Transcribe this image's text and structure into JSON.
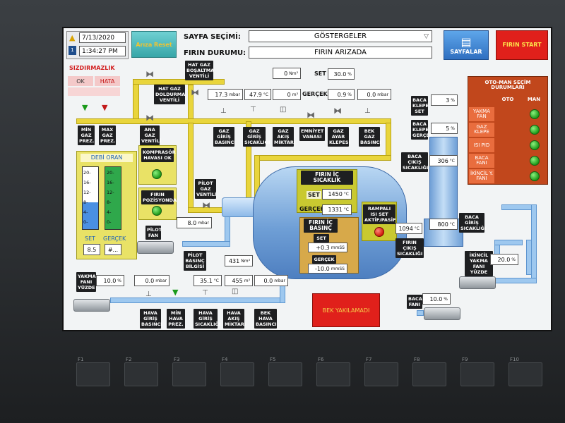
{
  "header": {
    "date": "7/13/2020",
    "time": "1:34:27 PM",
    "alarm_count": "1",
    "fault_reset_label": "Arıza Reset",
    "page_select_label": "SAYFA SEÇİMİ:",
    "page_select_value": "GÖSTERGELER",
    "furnace_state_label": "FIRIN DURUMU:",
    "furnace_state_value": "FIRIN ARIZADA",
    "pages_label": "SAYFALAR",
    "furnace_start_label": "FIRIN START"
  },
  "leak": {
    "title": "SIZDIRMAZLIK",
    "ok_label": "OK",
    "error_label": "HATA"
  },
  "top_labels": {
    "line_fill_valve": "HAT GAZ DOLDURMA VENTİLİ",
    "line_drain_valve": "HAT GAZ BOŞALTMA VENTİLİ",
    "min_gas_press": "MİN GAZ PREZ.",
    "max_gas_press": "MAX GAZ PREZ.",
    "main_gas_valve": "ANA GAZ VENTİLİ",
    "gas_inlet_pressure": "GAZ GİRİŞ BASINCI",
    "gas_inlet_temp": "GAZ GİRİŞ SICAKLIĞI",
    "gas_flow_amount": "GAZ AKIŞ MİKTARI",
    "safety_valve": "EMNİYET VANASI",
    "gas_adjust_flap": "GAZ AYAR KLEPESİ",
    "burner_gas_pressure": "BEK GAZ BASINCI"
  },
  "gas_values": {
    "pressure": "17.3",
    "pressure_unit": "mbar",
    "temp": "47.9",
    "temp_unit": "°C",
    "flow_top": "0",
    "flow_top_unit": "Nm³",
    "flow": "0",
    "flow_unit": "m³",
    "set_label": "SET",
    "set_value": "30.0",
    "set_unit": "%",
    "actual_label": "GERÇEK",
    "actual_value": "0.9",
    "actual_unit": "%",
    "burner_pressure": "0.0",
    "burner_pressure_unit": "mbar"
  },
  "ratio": {
    "title": "DEBİ ORAN",
    "scale": [
      "20-",
      "16-",
      "12-",
      "8-",
      "4-",
      "0-"
    ],
    "set_label": "SET",
    "actual_label": "GERÇEK",
    "set_value": "8.5",
    "actual_value": "#..."
  },
  "compressor": {
    "label": "KOMPRASÖR HAVASI OK",
    "position_label": "FIRIN POZİSYONDA"
  },
  "pilot": {
    "gas_valve": "PİLOT GAZ VENTİLİ",
    "pressure": "8.0",
    "pressure_unit": "mbar",
    "fan": "PİLOT FAN",
    "pressure_info": "PİLOT BASINÇ BİLGİSİ"
  },
  "furnace": {
    "temp_title": "FIRIN İÇ SICAKLIK",
    "set_label": "SET",
    "temp_set": "1450",
    "temp_unit": "°C",
    "actual_label": "GERÇEK",
    "temp_actual": "1331",
    "pressure_title": "FIRIN İÇ BASINÇ",
    "pressure_set_label": "SET",
    "pressure_set": "+0.3",
    "pressure_unit": "mmSS",
    "pressure_actual_label": "GERÇEK",
    "pressure_actual": "-10.0",
    "ramp_label": "RAMPALI ISI SET AKTİF/PASİF",
    "exit_temp": "1094",
    "exit_temp_unit": "°C",
    "exit_temp_label": "FIRIN ÇIKIŞ SICAKLIĞI"
  },
  "flue": {
    "flap_set_label": "BACA KLEPE SET",
    "flap_set": "3",
    "flap_set_unit": "%",
    "flap_actual_label": "BACA KLEPE GERÇEK",
    "flap_actual": "5",
    "flap_actual_unit": "%",
    "exit_temp_label": "BACA ÇIKIŞ SICAKLIĞI",
    "exit_temp": "306",
    "exit_temp_unit": "°C",
    "inlet_temp_label": "BACA GİRİŞ SICAKLIĞI",
    "inlet_temp": "800",
    "inlet_temp_unit": "°C",
    "fan_label": "BACA FANI",
    "fan_value": "10.0",
    "fan_unit": "%"
  },
  "secondary": {
    "fan_label": "İKİNCİL YAKMA FANI YÜZDE",
    "fan_value": "20.0",
    "fan_unit": "%"
  },
  "combustion_fan": {
    "label": "YAKMA FANI YÜZDE",
    "value": "10.0",
    "unit": "%"
  },
  "air": {
    "inlet_pressure": "0.0",
    "inlet_pressure_unit": "mbar",
    "temp": "35.1",
    "temp_unit": "°C",
    "flow_top": "431",
    "flow_top_unit": "Nm³",
    "flow": "455",
    "flow_unit": "m³",
    "burner_pressure": "0.0",
    "burner_pressure_unit": "mbar",
    "inlet_pressure_label": "HAVA GİRİŞ BASINCI",
    "min_press_label": "MİN HAVA PREZ.",
    "temp_label": "HAVA GİRİŞ SICAKLIĞI",
    "flow_label": "HAVA AKIŞ MİKTARI",
    "burner_pressure_label": "BEK HAVA BASINCI"
  },
  "alarm_banner": "BEK YAKILAMADI",
  "mode_table": {
    "title": "OTO-MAN SEÇİM DURUMLARI",
    "col_auto": "OTO",
    "col_man": "MAN",
    "rows": [
      "YAKMA FAN",
      "GAZ KLEPE",
      "ISI PID",
      "BACA FANI",
      "İKİNCİL Y. FANI"
    ]
  },
  "fkeys": [
    "F1",
    "F2",
    "F3",
    "F4",
    "F5",
    "F6",
    "F7",
    "F8",
    "F9",
    "F10"
  ]
}
